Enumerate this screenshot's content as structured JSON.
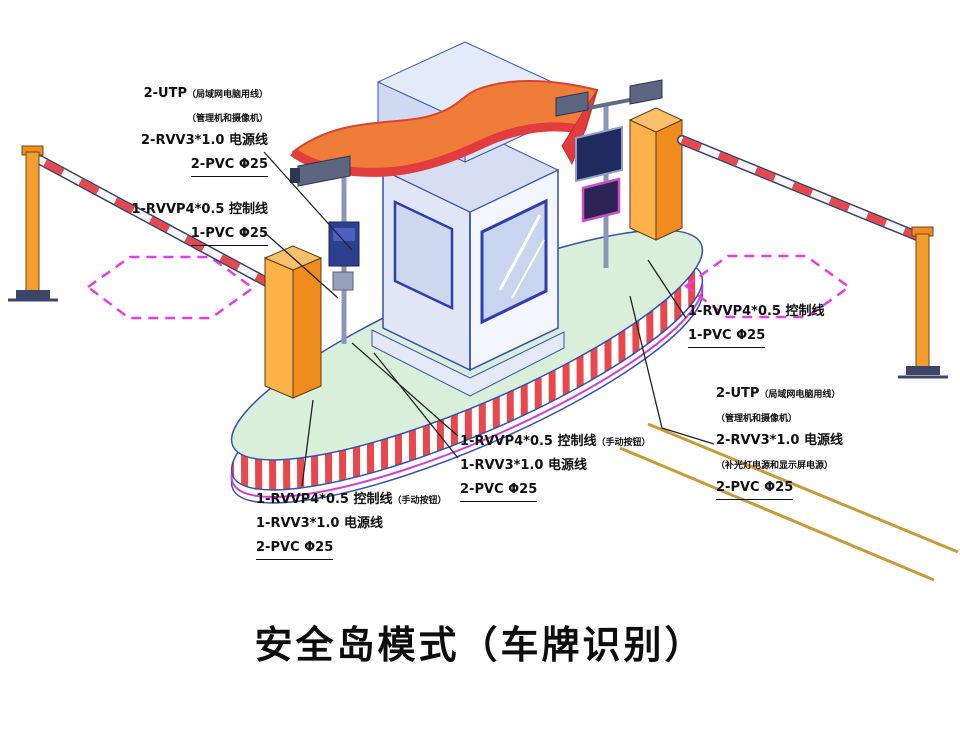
{
  "title": "安全岛模式（车牌识别）",
  "callouts": {
    "top_left": {
      "main": "2-UTP",
      "main_note": "（局域网电脑用线）",
      "sub_note": "（管理机和摄像机）",
      "power": "2-RVV3*1.0 电源线",
      "conduit": "2-PVC Φ25"
    },
    "left_mid": {
      "control": "1-RVVP4*0.5 控制线",
      "conduit": "1-PVC Φ25"
    },
    "bottom_left": {
      "control": "1-RVVP4*0.5 控制线",
      "control_note": "（手动按钮）",
      "power": "1-RVV3*1.0 电源线",
      "conduit": "2-PVC Φ25"
    },
    "bottom_center": {
      "control": "1-RVVP4*0.5 控制线",
      "control_note": "（手动按钮）",
      "power": "1-RVV3*1.0 电源线",
      "conduit": "2-PVC Φ25"
    },
    "right_mid": {
      "control": "1-RVVP4*0.5 控制线",
      "conduit": "1-PVC Φ25"
    },
    "right_lower": {
      "main": "2-UTP",
      "main_note": "（局域网电脑用线）",
      "sub_note": "（管理机和摄像机）",
      "power": "2-RVV3*1.0 电源线",
      "power_note": "（补光灯电源和显示屏电源）",
      "conduit": "2-PVC Φ25"
    }
  },
  "colors": {
    "island_green": "#d9efd9",
    "stripe_red": "#e8474b",
    "cabinet_orange": "#f08c1e",
    "canopy_orange": "#f07c3a",
    "canopy_red": "#e23c3e",
    "loop_magenta": "#e83ce8",
    "road_line_yellow": "#c79b3a",
    "outline_blue": "#3550b4"
  }
}
